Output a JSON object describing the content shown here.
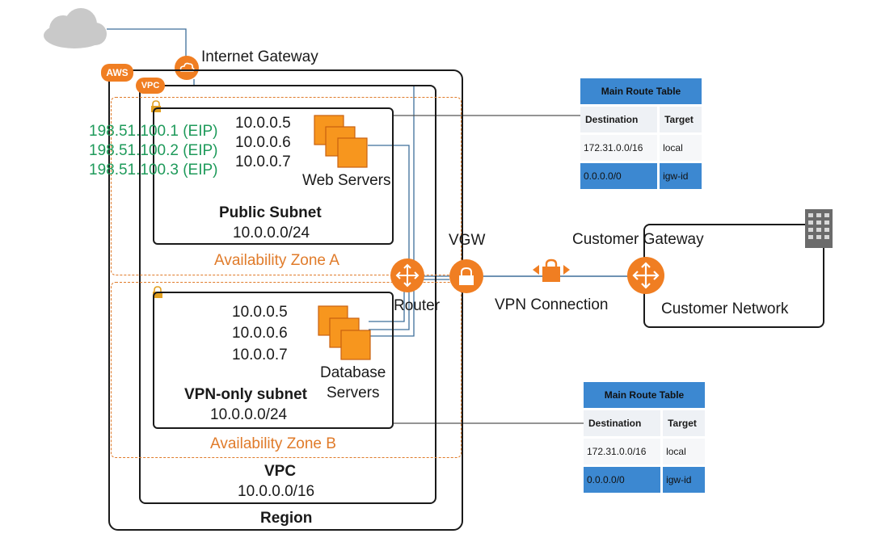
{
  "internet_gateway": {
    "label": "Internet Gateway"
  },
  "badges": {
    "aws": "AWS",
    "vpc": "VPC"
  },
  "eips": [
    "198.51.100.1 (EIP)",
    "198.51.100.2 (EIP)",
    "198.51.100.3 (EIP)"
  ],
  "public_subnet": {
    "ips": [
      "10.0.0.5",
      "10.0.0.6",
      "10.0.0.7"
    ],
    "servers_label": "Web Servers",
    "title": "Public Subnet",
    "cidr": "10.0.0.0/24",
    "zone": "Availability Zone A"
  },
  "vpn_subnet": {
    "ips": [
      "10.0.0.5",
      "10.0.0.6",
      "10.0.0.7"
    ],
    "servers_label_1": "Database",
    "servers_label_2": "Servers",
    "title": "VPN-only subnet",
    "cidr": "10.0.0.0/24",
    "zone": "Availability Zone B"
  },
  "vpc": {
    "title": "VPC",
    "cidr": "10.0.0.0/16"
  },
  "region": {
    "title": "Region"
  },
  "router": {
    "label": "Router"
  },
  "vgw": {
    "label": "VGW"
  },
  "vpn_connection": {
    "label": "VPN Connection"
  },
  "customer_gateway": {
    "label": "Customer Gateway"
  },
  "customer_network": {
    "label": "Customer Network"
  },
  "route_tables": [
    {
      "title": "Main Route Table",
      "headers": [
        "Destination",
        "Target"
      ],
      "rows": [
        [
          "172.31.0.0/16",
          "local"
        ],
        [
          "0.0.0.0/0",
          "igw-id"
        ]
      ]
    },
    {
      "title": "Main Route Table",
      "headers": [
        "Destination",
        "Target"
      ],
      "rows": [
        [
          "172.31.0.0/16",
          "local"
        ],
        [
          "0.0.0.0/0",
          "igw-id"
        ]
      ]
    }
  ],
  "colors": {
    "aws_orange": "#f07e22",
    "route_blue": "#3c88d1",
    "eip_green": "#1e9a5a",
    "zone_orange": "#e07b2a"
  }
}
